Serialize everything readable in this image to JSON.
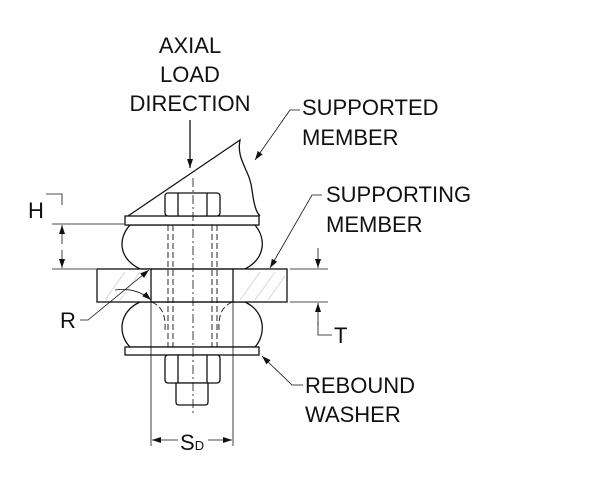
{
  "labels": {
    "axial_load_direction": [
      "AXIAL",
      "LOAD",
      "DIRECTION"
    ],
    "supported_member": [
      "SUPPORTED",
      "MEMBER"
    ],
    "supporting_member": [
      "SUPPORTING",
      "MEMBER"
    ],
    "rebound_washer": [
      "REBOUND",
      "WASHER"
    ],
    "h": "H",
    "r": "R",
    "t": "T",
    "sd_main": "S",
    "sd_sub": "D"
  }
}
